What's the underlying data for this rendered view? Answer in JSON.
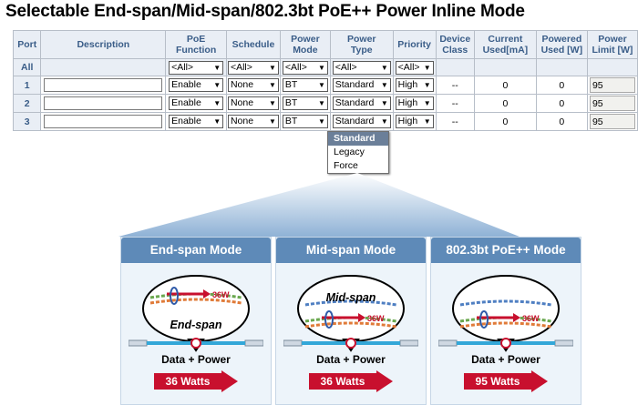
{
  "title": "Selectable End-span/Mid-span/802.3bt PoE++ Power Inline Mode",
  "table": {
    "headers": {
      "port": "Port",
      "description": "Description",
      "poe_function": [
        "PoE",
        "Function"
      ],
      "schedule": "Schedule",
      "power_mode": [
        "Power",
        "Mode"
      ],
      "power_type": [
        "Power",
        "Type"
      ],
      "priority": "Priority",
      "device_class": [
        "Device",
        "Class"
      ],
      "current_used": [
        "Current",
        "Used[mA]"
      ],
      "powered_used": [
        "Powered",
        "Used [W]"
      ],
      "power_limit": [
        "Power",
        "Limit [W]"
      ]
    },
    "all_row": {
      "port": "All",
      "poe_function": "<All>",
      "schedule": "<All>",
      "power_mode": "<All>",
      "power_type": "<All>",
      "priority": "<All>"
    },
    "rows": [
      {
        "port": "1",
        "poe_function": "Enable",
        "schedule": "None",
        "power_mode": "BT",
        "power_type": "Standard",
        "priority": "High",
        "device_class": "--",
        "current_used": "0",
        "powered_used": "0",
        "power_limit": "95"
      },
      {
        "port": "2",
        "poe_function": "Enable",
        "schedule": "None",
        "power_mode": "BT",
        "power_type": "Standard",
        "priority": "High",
        "device_class": "--",
        "current_used": "0",
        "powered_used": "0",
        "power_limit": "95"
      },
      {
        "port": "3",
        "poe_function": "Enable",
        "schedule": "None",
        "power_mode": "BT",
        "power_type": "Standard",
        "priority": "High",
        "device_class": "--",
        "current_used": "0",
        "powered_used": "0",
        "power_limit": "95"
      }
    ]
  },
  "dropdown": {
    "options": [
      "Standard",
      "Legacy",
      "Force"
    ],
    "selected": "Standard"
  },
  "panels": [
    {
      "title": "End-span Mode",
      "bubble_label": "End-span",
      "watt_tag": "36W",
      "caption": "Data + Power",
      "watts": "36 Watts"
    },
    {
      "title": "Mid-span Mode",
      "bubble_label": "Mid-span",
      "watt_tag": "36W",
      "caption": "Data + Power",
      "watts": "36 Watts"
    },
    {
      "title": "802.3bt PoE++ Mode",
      "bubble_label": "",
      "watt_tag": "36W",
      "caption": "Data + Power",
      "watts": "95 Watts"
    }
  ],
  "colors": {
    "header_bg": "#e9eef5",
    "header_text": "#3a5d88",
    "panel_head": "#5e8ab8",
    "arrow_red": "#c8102e",
    "cable_blue": "#33a7d8"
  }
}
